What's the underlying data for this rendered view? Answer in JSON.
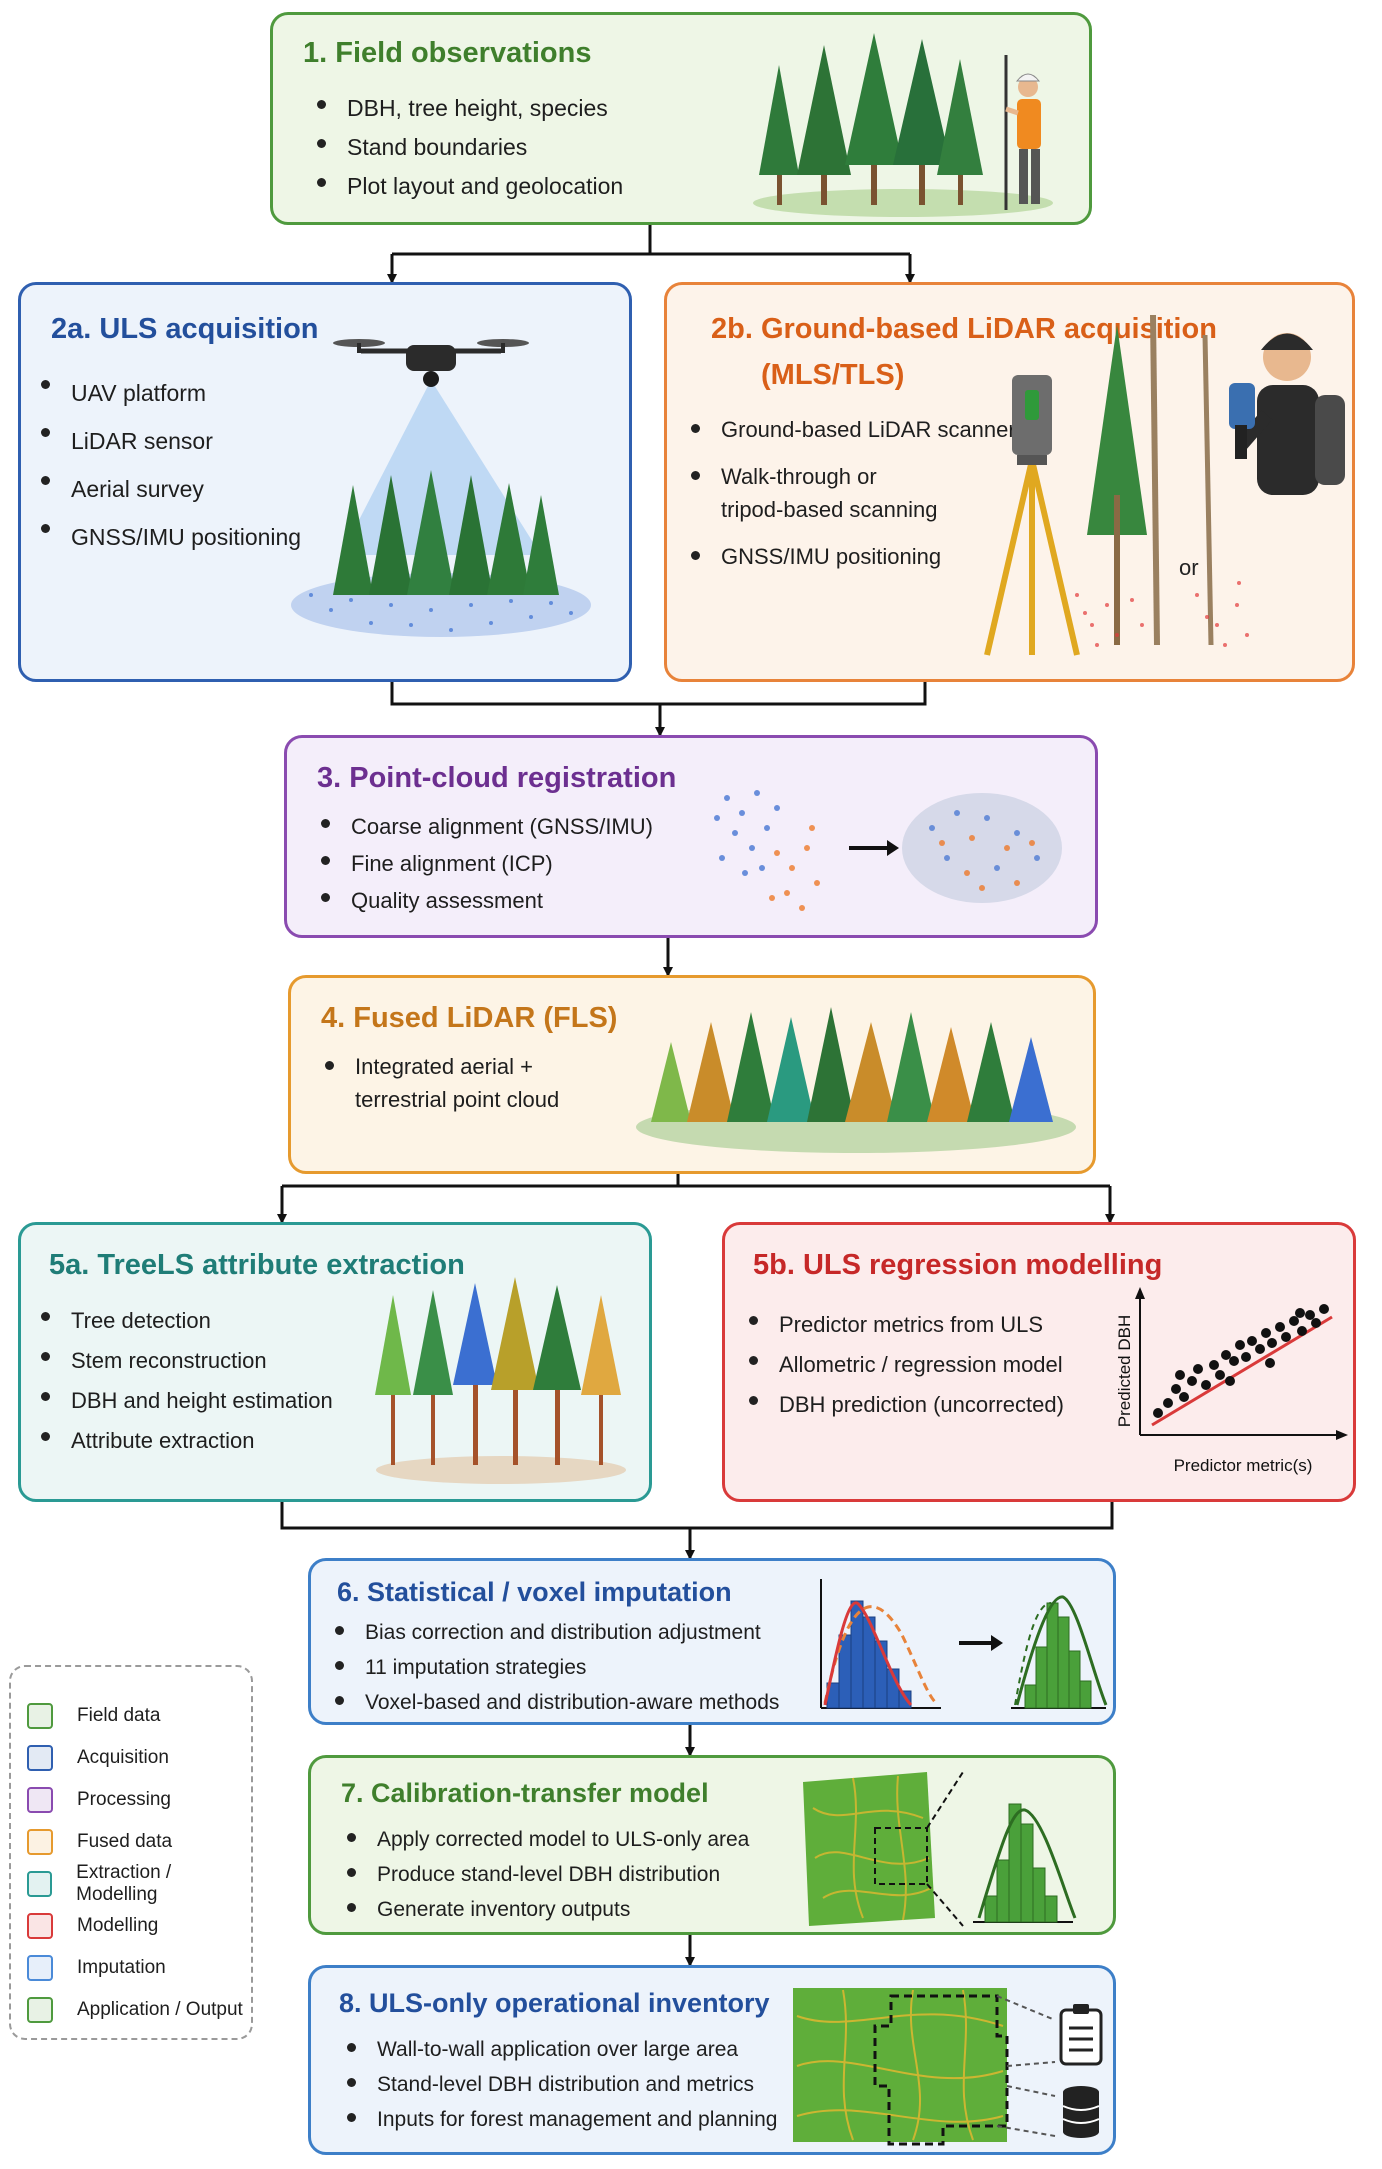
{
  "boxes": {
    "b1": {
      "title": "1. Field observations",
      "items": [
        [
          "DBH, tree height, species"
        ],
        [
          "Stand boundaries"
        ],
        [
          "Plot layout and geolocation"
        ]
      ]
    },
    "b2a": {
      "title": "2a. ULS acquisition",
      "items": [
        [
          "UAV platform"
        ],
        [
          "LiDAR sensor"
        ],
        [
          "Aerial survey"
        ],
        [
          "GNSS/IMU positioning"
        ]
      ]
    },
    "b2b": {
      "title_line1": "2b. Ground-based LiDAR acquisition",
      "title_line2": "(MLS/TLS)",
      "items": [
        [
          "Ground-based LiDAR scanner"
        ],
        [
          "Walk-through or",
          "tripod-based scanning"
        ],
        [
          "GNSS/IMU positioning"
        ]
      ],
      "or_label": "or"
    },
    "b3": {
      "title": "3. Point-cloud registration",
      "items": [
        [
          "Coarse alignment (GNSS/IMU)"
        ],
        [
          "Fine alignment (ICP)"
        ],
        [
          "Quality assessment"
        ]
      ]
    },
    "b4": {
      "title": "4. Fused LiDAR (FLS)",
      "items": [
        [
          "Integrated aerial +",
          "terrestrial point cloud"
        ]
      ]
    },
    "b5a": {
      "title": "5a. TreeLS attribute extraction",
      "items": [
        [
          "Tree detection"
        ],
        [
          "Stem reconstruction"
        ],
        [
          "DBH and height estimation"
        ],
        [
          "Attribute extraction"
        ]
      ]
    },
    "b5b": {
      "title": "5b. ULS regression modelling",
      "items": [
        [
          "Predictor metrics from ULS"
        ],
        [
          "Allometric / regression model"
        ],
        [
          "DBH prediction (uncorrected)"
        ]
      ],
      "ylabel": "Predicted DBH",
      "xlabel": "Predictor metric(s)"
    },
    "b6": {
      "title": "6. Statistical / voxel imputation",
      "items": [
        [
          "Bias correction and distribution adjustment"
        ],
        [
          "11 imputation strategies"
        ],
        [
          "Voxel-based and distribution-aware methods"
        ]
      ]
    },
    "b7": {
      "title": "7. Calibration-transfer model",
      "items": [
        [
          "Apply corrected model to ULS-only area"
        ],
        [
          "Produce stand-level DBH distribution"
        ],
        [
          "Generate inventory outputs"
        ]
      ]
    },
    "b8": {
      "title": "8. ULS-only operational inventory",
      "items": [
        [
          "Wall-to-wall application over large area"
        ],
        [
          "Stand-level DBH distribution and metrics"
        ],
        [
          "Inputs for forest management and planning"
        ]
      ]
    }
  },
  "legend": [
    {
      "label": "Field data",
      "color": "#4f9a3e"
    },
    {
      "label": "Acquisition",
      "color": "#2f5fb0"
    },
    {
      "label": "Processing",
      "color": "#8a4bb0"
    },
    {
      "label": "Fused data",
      "color": "#e69a2e"
    },
    {
      "label": "Extraction / Modelling",
      "color": "#2a9a94"
    },
    {
      "label": "Modelling",
      "color": "#d93a3a"
    },
    {
      "label": "Imputation",
      "color": "#4a8ad8"
    },
    {
      "label": "Application / Output",
      "color": "#4f9a3e"
    }
  ],
  "colors": {
    "field": "#4f9a3e",
    "acq": "#2f5fb0",
    "ground": "#e8833a",
    "proc": "#8a4bb0",
    "fused": "#e69a2e",
    "extract": "#2a9a94",
    "model": "#d93a3a",
    "imput": "#3d7fc8",
    "app": "#4f9a3e"
  }
}
